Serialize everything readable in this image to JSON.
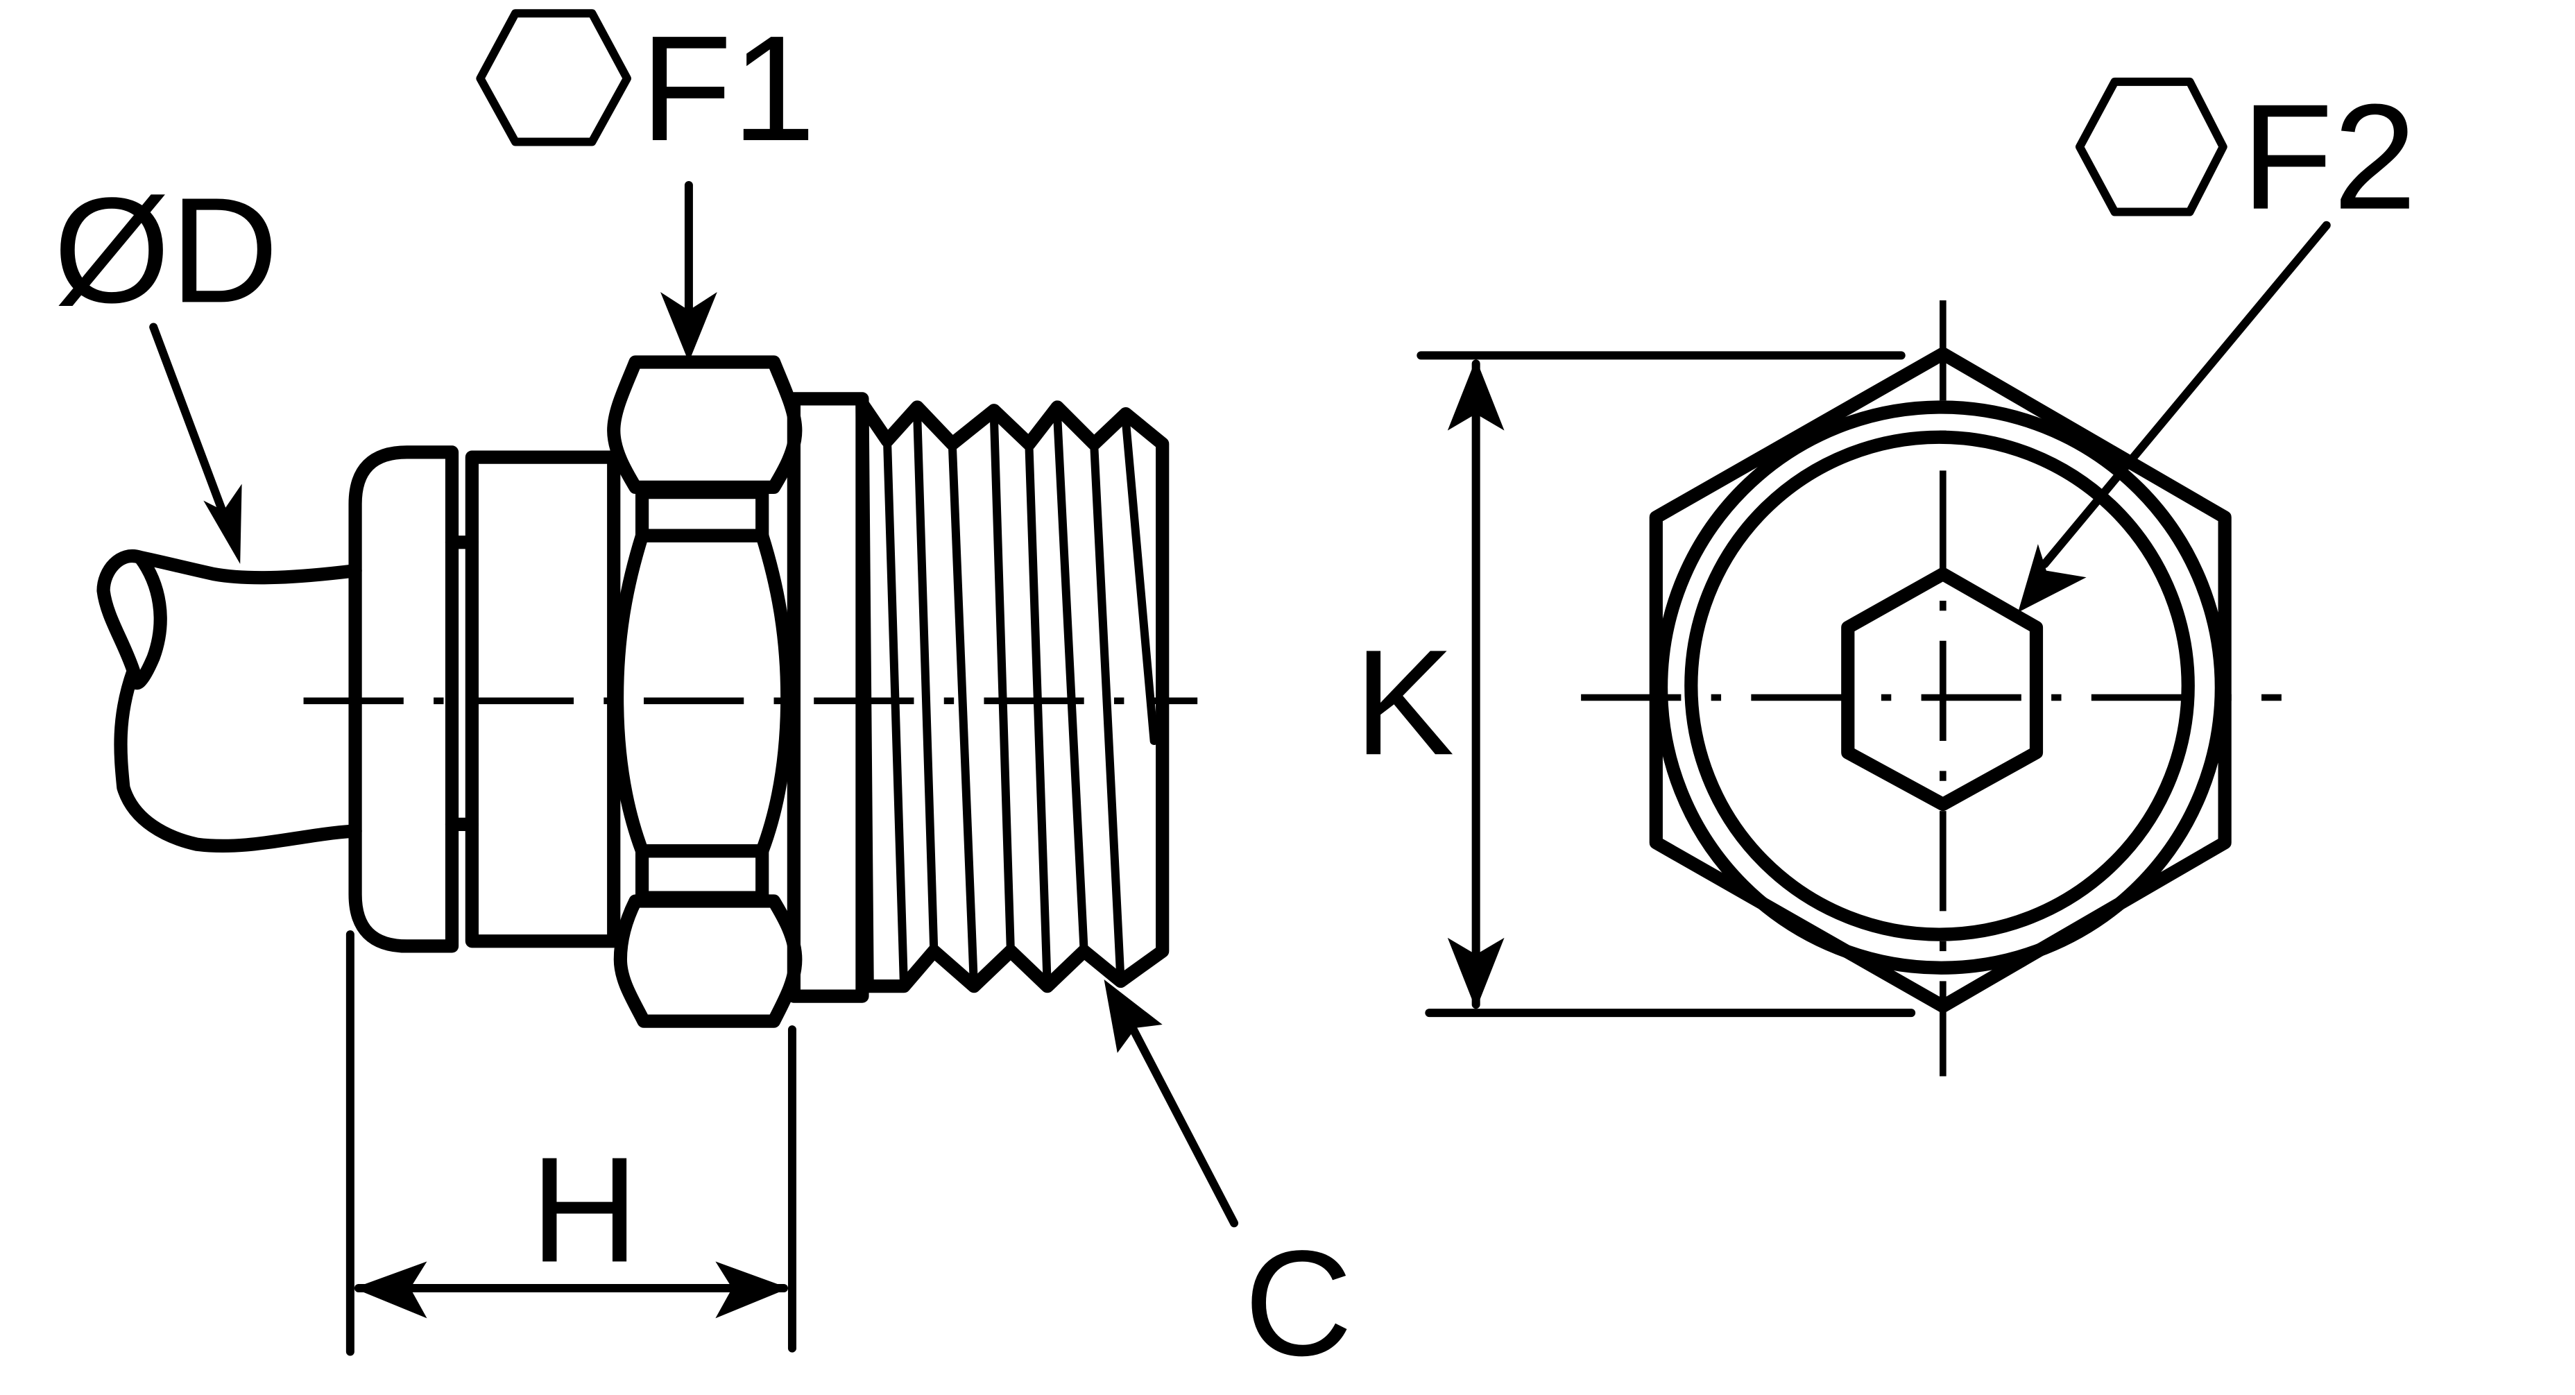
{
  "labels": {
    "diameter": "ØD",
    "hex1": "F1",
    "hex2": "F2",
    "height": "H",
    "thread": "C",
    "width": "K"
  },
  "colors": {
    "ink": "#000000",
    "background": "#ffffff"
  },
  "icons": {
    "hex_symbol": "hexagon-icon"
  }
}
